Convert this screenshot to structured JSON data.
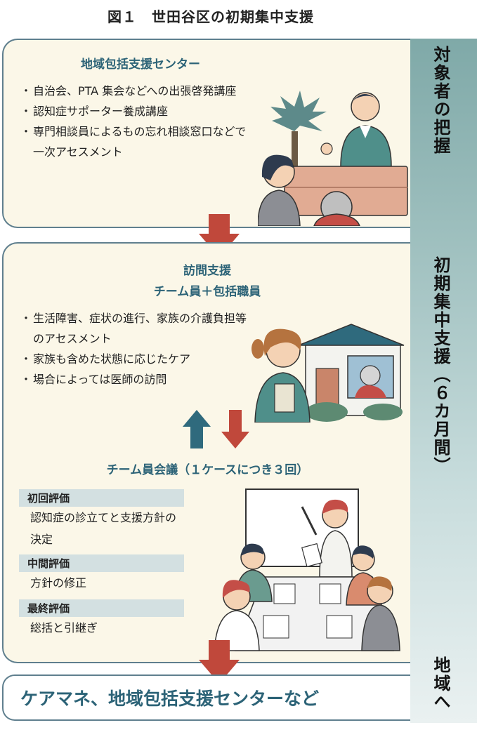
{
  "title": "図１　世田谷区の初期集中支援",
  "sidebar": {
    "label_top": "対象者の把握",
    "label_middle": "初期集中支援（６カ月間）",
    "label_bottom": "地域へ"
  },
  "panel_center": {
    "heading": "地域包括支援センター",
    "bullets": [
      "自治会、PTA 集会などへの出張啓発講座",
      "認知症サポーター養成講座",
      "専門相談員によるもの忘れ相談窓口などで一次アセスメント"
    ]
  },
  "panel_visit": {
    "heading_line1": "訪問支援",
    "heading_line2": "チーム員＋包括職員",
    "bullets": [
      "生活障害、症状の進行、家族の介護負担等のアセスメント",
      "家族も含めた状態に応じたケア",
      "場合によっては医師の訪問"
    ]
  },
  "meeting": {
    "heading": "チーム員会議（１ケースにつき３回）",
    "evaluations": [
      {
        "label": "初回評価",
        "text": "認知症の診立てと支援方針の決定"
      },
      {
        "label": "中間評価",
        "text": "方針の修正"
      },
      {
        "label": "最終評価",
        "text": "総括と引継ぎ"
      }
    ]
  },
  "final": {
    "text": "ケアマネ、地域包括支援センターなど"
  },
  "colors": {
    "accent": "#2c6377",
    "arrow_red": "#c0483b",
    "arrow_blue": "#2f6a7d",
    "panel_bg": "#fbf7e8"
  }
}
